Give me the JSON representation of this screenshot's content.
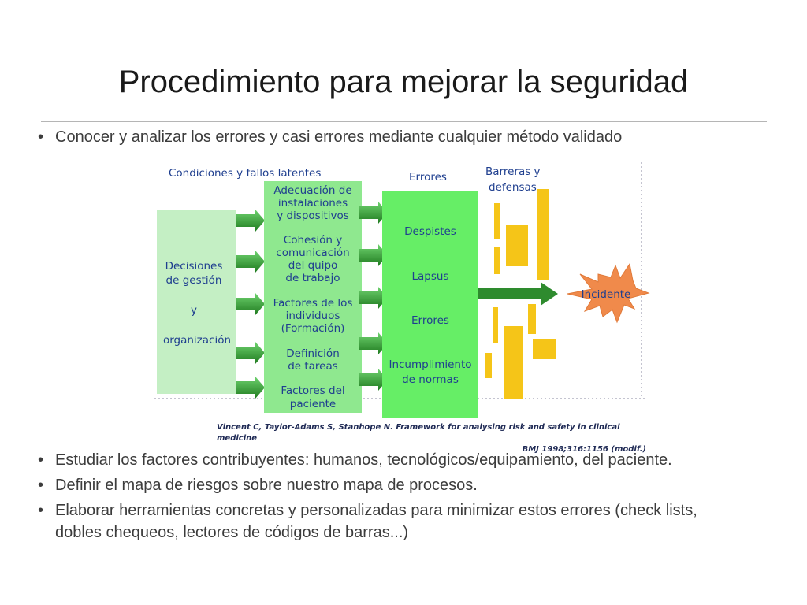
{
  "slide": {
    "title": "Procedimiento para mejorar la seguridad",
    "bullets_top": [
      "Conocer y analizar los errores y casi errores mediante cualquier método validado"
    ],
    "bullets_bottom": [
      "Estudiar los factores contribuyentes: humanos, tecnológicos/equipamiento, del paciente.",
      "Definir el mapa de riesgos sobre nuestro mapa de procesos.",
      "Elaborar herramientas concretas y personalizadas para minimizar estos errores (check lists, dobles chequeos, lectores de códigos de barras...)"
    ]
  },
  "diagram": {
    "header_latent": "Condiciones y fallos  latentes",
    "header_errors": "Errores",
    "header_barriers": [
      "Barreras y",
      "defensas"
    ],
    "management_box": [
      "Decisiones",
      "de gestión",
      "y",
      "organización"
    ],
    "factors": [
      [
        "Adecuación de",
        "instalaciones",
        "y dispositivos"
      ],
      [
        "Cohesión y",
        "comunicación",
        "del quipo",
        "de trabajo"
      ],
      [
        "Factores de los",
        "individuos",
        "(Formación)"
      ],
      [
        "Definición",
        "de tareas"
      ],
      [
        "Factores del",
        "paciente"
      ]
    ],
    "errors": [
      "Despistes",
      "Lapsus",
      "Errores",
      [
        "Incumplimiento",
        "de normas"
      ]
    ],
    "incident": "Incidente",
    "citation": [
      "Vincent C, Taylor-Adams S, Stanhope N. Framework for analysing risk and safety in clinical medicine",
      "BMJ 1998;316:1156 (modif.)"
    ],
    "colors": {
      "light_green": "#c4efc4",
      "mid_green": "#8fe88f",
      "bright_green": "#66ee66",
      "arrow_green": "#2e8b2e",
      "barrier_yellow": "#f5c518",
      "incident_orange": "#f08a4b",
      "text_blue": "#1f3f8f"
    }
  }
}
